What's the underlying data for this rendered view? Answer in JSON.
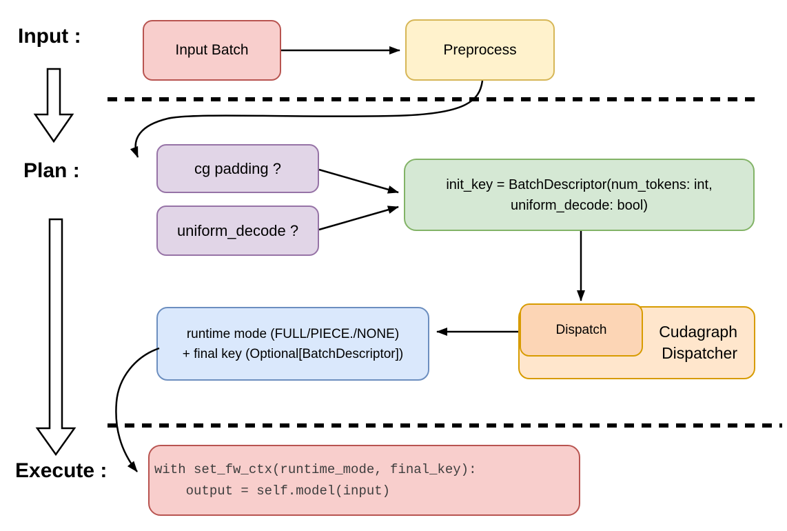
{
  "stage_labels": {
    "input": "Input :",
    "plan": "Plan :",
    "execute": "Execute :"
  },
  "boxes": {
    "input_batch": {
      "text": "Input Batch",
      "fill": "#f8cecc",
      "stroke": "#b85450"
    },
    "preprocess": {
      "text": "Preprocess",
      "fill": "#fff2cc",
      "stroke": "#d6b656"
    },
    "cg_padding": {
      "text": "cg padding ?",
      "fill": "#e1d5e7",
      "stroke": "#9673a6"
    },
    "uniform_decode": {
      "text": "uniform_decode ?",
      "fill": "#e1d5e7",
      "stroke": "#9673a6"
    },
    "init_key": {
      "line1": "init_key = BatchDescriptor(num_tokens: int,",
      "line2": "uniform_decode: bool)",
      "fill": "#d5e8d4",
      "stroke": "#82b366"
    },
    "dispatch": {
      "text": "Dispatch",
      "fill": "#fcd5b5",
      "stroke": "#d79b00"
    },
    "cudagraph_dispatcher": {
      "line1": "Cudagraph",
      "line2": "Dispatcher",
      "fill": "#ffe6cc",
      "stroke": "#d79b00"
    },
    "runtime_mode": {
      "line1": "runtime mode (FULL/PIECE./NONE)",
      "line2": "+ final key (Optional[BatchDescriptor])",
      "fill": "#dae8fc",
      "stroke": "#6c8ebf"
    },
    "execute_code": {
      "line1": "with set_fw_ctx(runtime_mode, final_key):",
      "line2": "    output = self.model(input)",
      "fill": "#f8cecc",
      "stroke": "#b85450",
      "text_color": "#3d3d3d"
    }
  },
  "connector_color": "#000000",
  "background_color": "#ffffff"
}
